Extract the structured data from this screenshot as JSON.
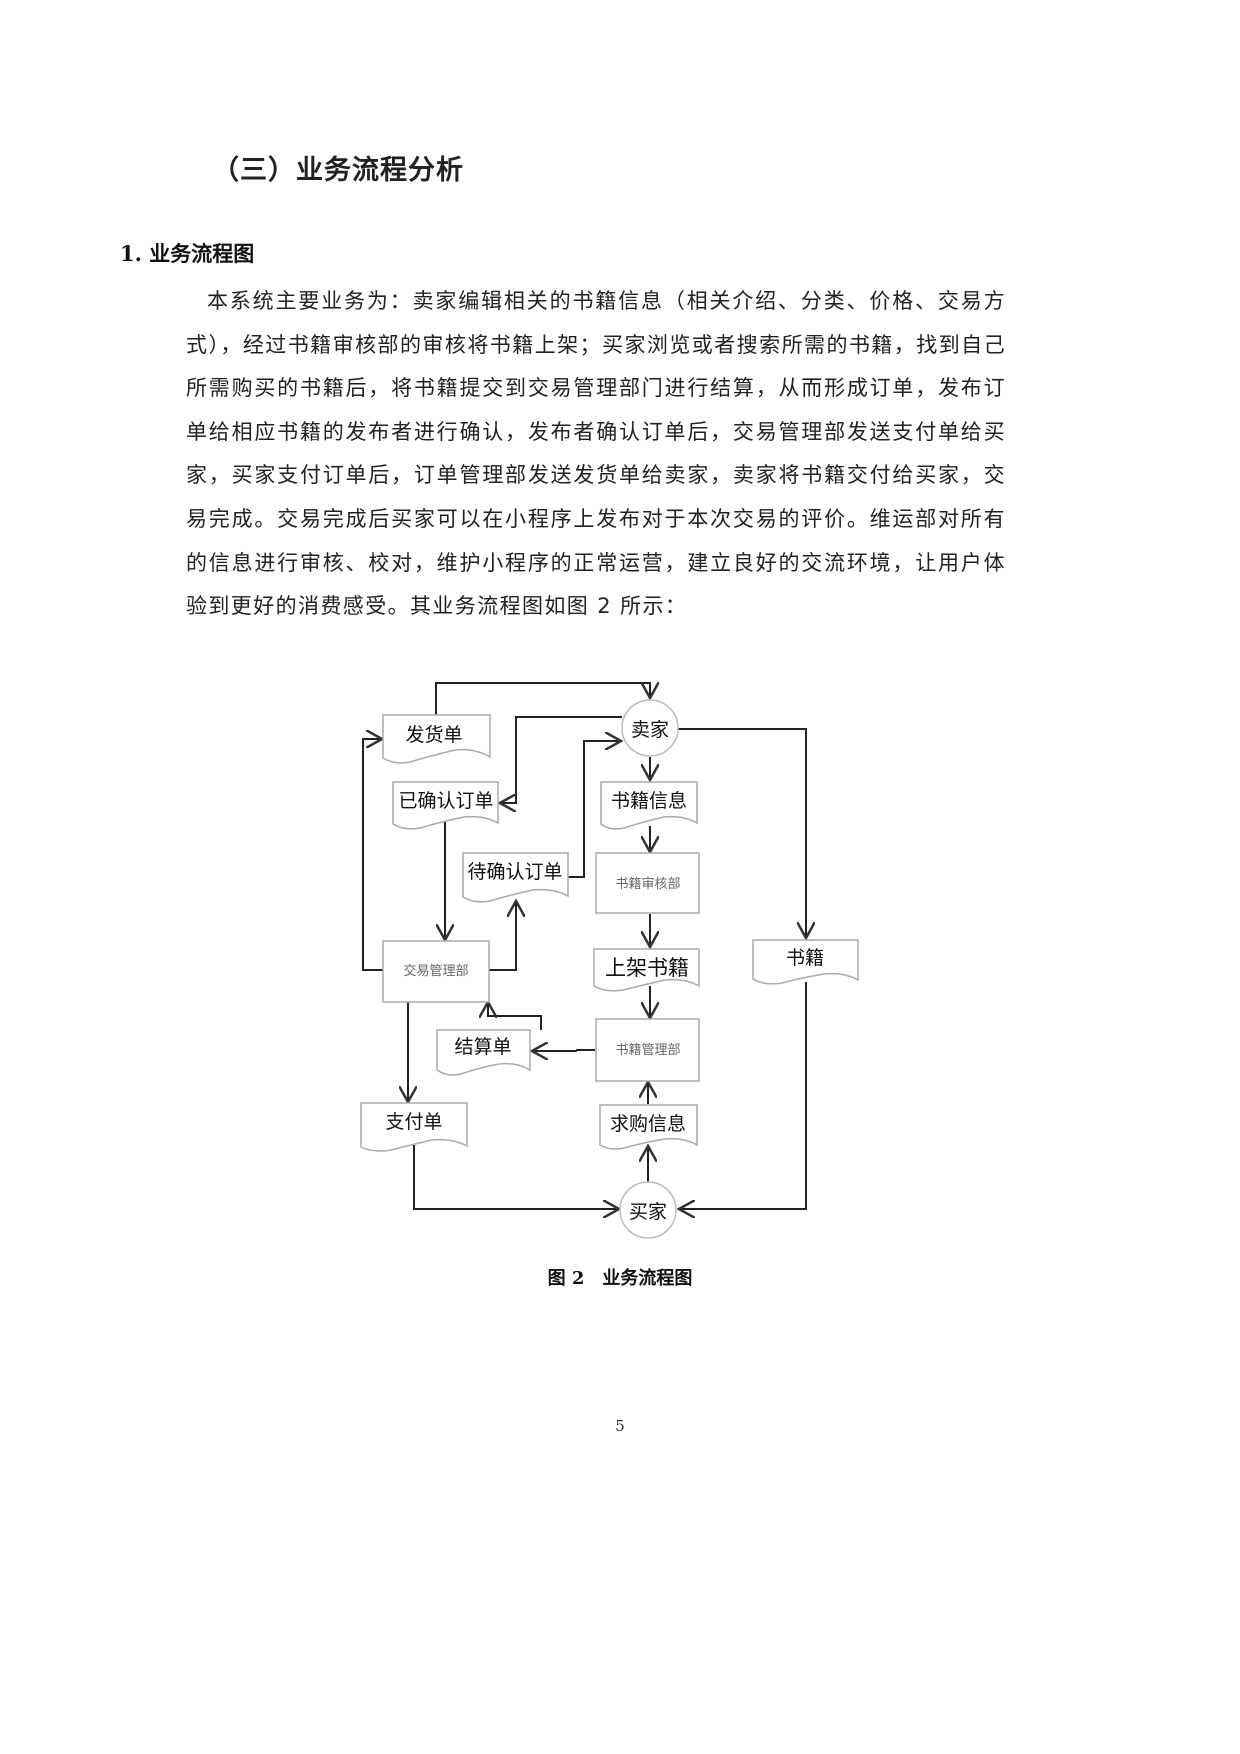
{
  "section": {
    "title": "（三）业务流程分析",
    "subsection_title": "1. 业务流程图",
    "paragraph": "本系统主要业务为：卖家编辑相关的书籍信息（相关介绍、分类、价格、交易方式），经过书籍审核部的审核将书籍上架；买家浏览或者搜索所需的书籍，找到自己所需购买的书籍后，将书籍提交到交易管理部门进行结算，从而形成订单，发布订单给相应书籍的发布者进行确认，发布者确认订单后，交易管理部发送支付单给买家，买家支付订单后，订单管理部发送发货单给卖家，卖家将书籍交付给买家，交易完成。交易完成后买家可以在小程序上发布对于本次交易的评价。维运部对所有的信息进行审核、校对，维护小程序的正常运营，建立良好的交流环境，让用户体验到更好的消费感受。其业务流程图如图 2 所示："
  },
  "diagram": {
    "entities": {
      "seller": "卖家",
      "buyer": "买家"
    },
    "documents": {
      "shipping_order": "发货单",
      "confirmed_order": "已确认订单",
      "pending_order": "待确认订单",
      "book_info": "书籍信息",
      "listed_books": "上架书籍",
      "books": "书籍",
      "settlement": "结算单",
      "payment": "支付单",
      "purchase_request": "求购信息"
    },
    "processes": {
      "book_review": "书籍审核部",
      "trade_mgmt": "交易管理部",
      "book_mgmt": "书籍管理部"
    },
    "caption": "图 2　业务流程图"
  },
  "page": {
    "number": "5"
  }
}
